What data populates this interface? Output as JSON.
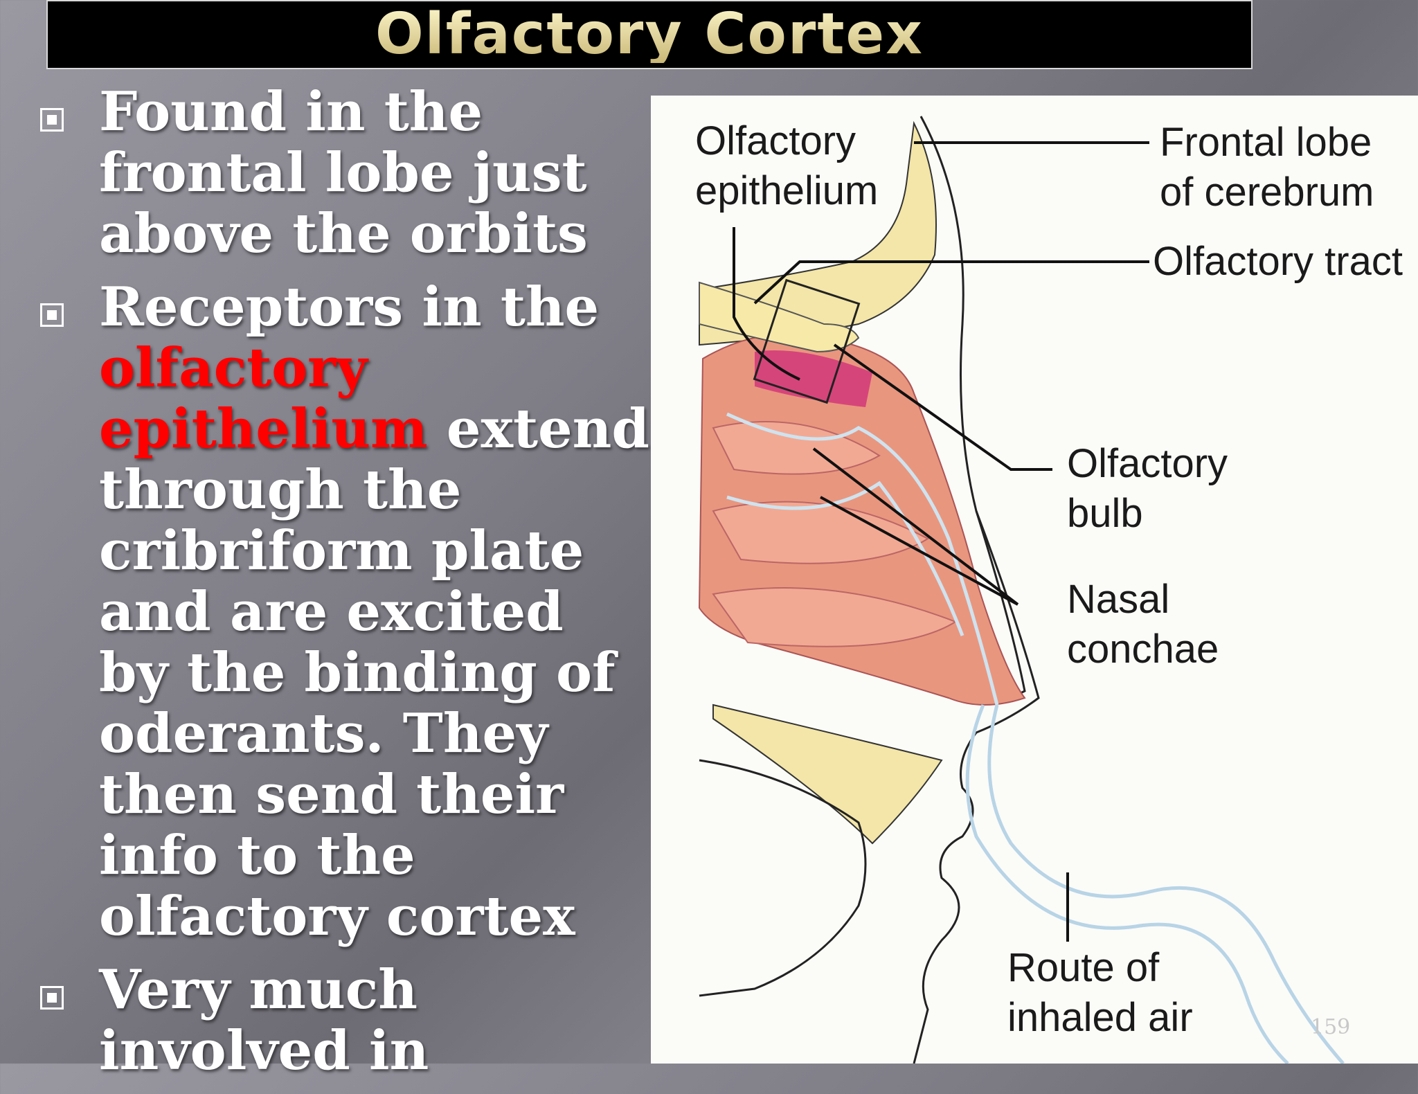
{
  "slide": {
    "title": "Olfactory Cortex",
    "page_number": "159"
  },
  "bullets": [
    {
      "text": "Found in the frontal lobe just above the orbits"
    },
    {
      "before": "Receptors in the ",
      "highlight": "olfactory epithelium",
      "after": " extend through the cribriform plate and are excited by the binding of oderants.  They then send their info to the olfactory cortex"
    },
    {
      "text": "Very much involved in"
    }
  ],
  "figure": {
    "labels": {
      "olfactory_epithelium": "Olfactory\nepithelium",
      "frontal_lobe": "Frontal lobe\nof cerebrum",
      "olfactory_tract": "Olfactory tract",
      "olfactory_bulb": "Olfactory\nbulb",
      "nasal_conchae": "Nasal\nconchae",
      "route_of_air": "Route of\ninhaled air"
    }
  },
  "colors": {
    "highlight": "#ff0000",
    "title_text": "#e9dfa6",
    "bone": "#f3e6a8",
    "mucosa": "#e9967f",
    "epithelium": "#d6457a",
    "air_route": "#b8d4e6"
  }
}
